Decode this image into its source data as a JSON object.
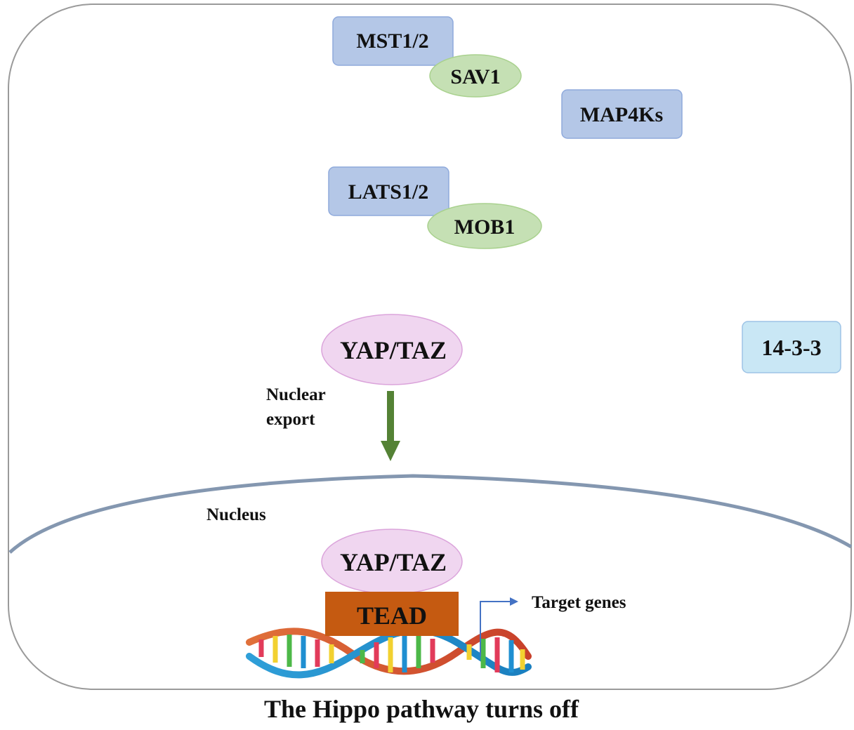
{
  "title": "The Hippo pathway turns off",
  "colors": {
    "kinase_box": "#b4c7e7",
    "kinase_border": "#8faadc",
    "adaptor_ellipse": "#c5e0b4",
    "adaptor_border": "#a9d18e",
    "yap_ellipse": "#f0d6f0",
    "yap_border": "#dba4db",
    "protein_1433": "#c9e7f5",
    "tead_box": "#c55a11",
    "export_arrow": "#548235",
    "membrane": "#8497b0",
    "title_color": "#a31515",
    "target_arrow": "#4472c4"
  },
  "nodes": {
    "mst": "MST1/2",
    "sav": "SAV1",
    "map4k": "MAP4Ks",
    "lats": "LATS1/2",
    "mob": "MOB1",
    "yap_cyto": "YAP/TAZ",
    "p1433": "14-3-3",
    "yap_nuc": "YAP/TAZ",
    "tead": "TEAD"
  },
  "labels": {
    "nuclear_export_line1": "Nuclear",
    "nuclear_export_line2": "export",
    "nucleus": "Nucleus",
    "target_genes": "Target genes"
  }
}
